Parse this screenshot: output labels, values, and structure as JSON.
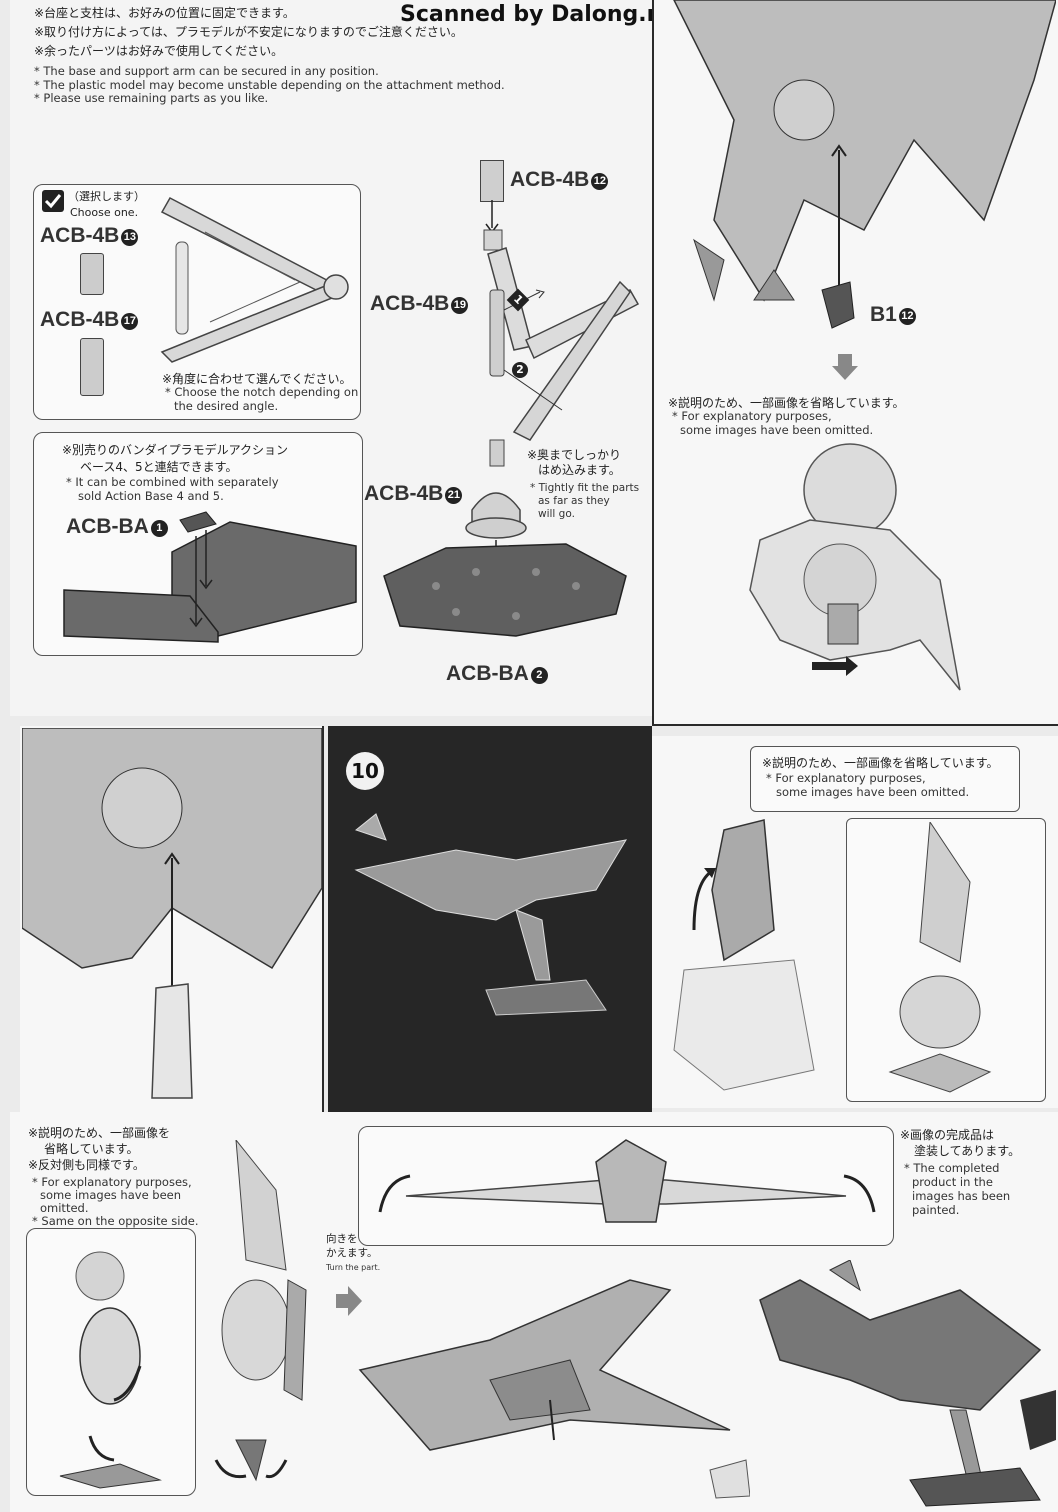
{
  "watermark": "Scanned by Dalong.net",
  "top_notes": {
    "jp": [
      "※台座と支柱は、お好みの位置に固定できます。",
      "※取り付け方によっては、プラモデルが不安定になりますのでご注意ください。",
      "※余ったパーツはお好みで使用してください。"
    ],
    "en": [
      "* The base and support arm can be secured in any position.",
      "* The plastic model may become unstable depending on the attachment method.",
      "* Please use remaining parts as you like."
    ]
  },
  "choose_box": {
    "jp": "（選択します）",
    "en": "Choose one.",
    "part_a": "ACB-4B",
    "part_a_num": "13",
    "part_b": "ACB-4B",
    "part_b_num": "17",
    "notch_jp": "※角度に合わせて選んでください。",
    "notch_en_1": "* Choose the notch depending on",
    "notch_en_2": "the desired angle."
  },
  "combine_box": {
    "jp_1": "※別売りのバンダイプラモデルアクション",
    "jp_2": "ベース4、5と連結できます。",
    "en_1": "* It can be combined with separately",
    "en_2": "sold Action Base 4 and 5.",
    "part": "ACB-BA",
    "part_num": "1"
  },
  "stand": {
    "top_part": "ACB-4B",
    "top_num": "12",
    "arm_part": "ACB-4B",
    "arm_num": "19",
    "mark_1": "1",
    "mark_2": "2",
    "joint_part": "ACB-4B",
    "joint_num": "21",
    "base_part": "ACB-BA",
    "base_num": "2",
    "fit_jp_1": "※奥までしっかり",
    "fit_jp_2": "はめ込みます。",
    "fit_en_1": "* Tightly fit the parts",
    "fit_en_2": "as far as they",
    "fit_en_3": "will go."
  },
  "right_top": {
    "part": "B1",
    "part_num": "12",
    "jp": "※説明のため、一部画像を省略しています。",
    "en_1": "* For explanatory purposes,",
    "en_2": "some images have been omitted."
  },
  "step10": {
    "number": "10",
    "jp": "※説明のため、一部画像を省略しています。",
    "en_1": "* For explanatory purposes,",
    "en_2": "some images have been omitted."
  },
  "bottom": {
    "left_jp_1": "※説明のため、一部画像を",
    "left_jp_2": "省略しています。",
    "left_jp_3": "※反対側も同様です。",
    "left_en_1": "* For explanatory purposes,",
    "left_en_2": "some images have been",
    "left_en_3": "omitted.",
    "left_en_4": "* Same on the opposite side.",
    "turn_jp_1": "向きを",
    "turn_jp_2": "かえます。",
    "turn_en": "Turn the part.",
    "painted_jp_1": "※画像の完成品は",
    "painted_jp_2": "塗装してあります。",
    "painted_en_1": "* The completed",
    "painted_en_2": "product in the",
    "painted_en_3": "images has been",
    "painted_en_4": "painted."
  }
}
